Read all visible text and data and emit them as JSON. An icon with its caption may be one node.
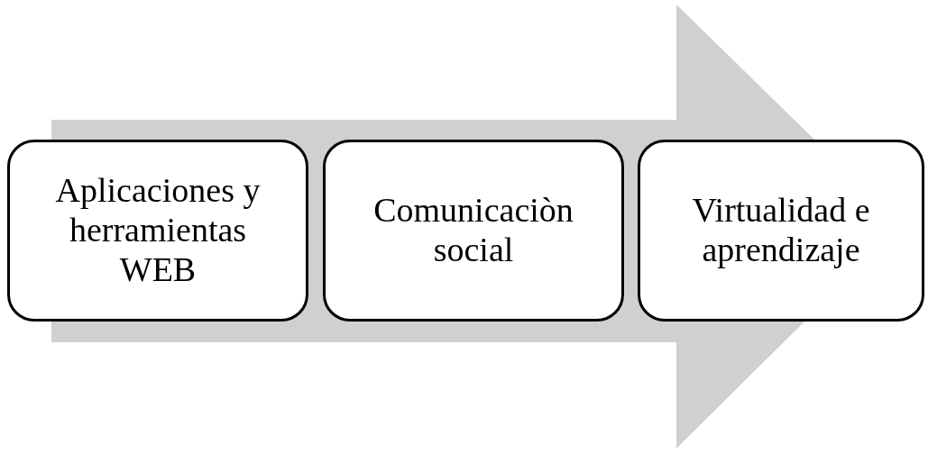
{
  "diagram": {
    "nodes": [
      {
        "text": [
          "Aplicaciones y herramientas WEB"
        ]
      },
      {
        "text": [
          "Comunicaciòn social"
        ]
      },
      {
        "text": [
          "Virtualidad e aprendizaje"
        ]
      }
    ],
    "edges": [
      {
        "from": 0,
        "to": 2,
        "arrow": "to"
      }
    ]
  }
}
